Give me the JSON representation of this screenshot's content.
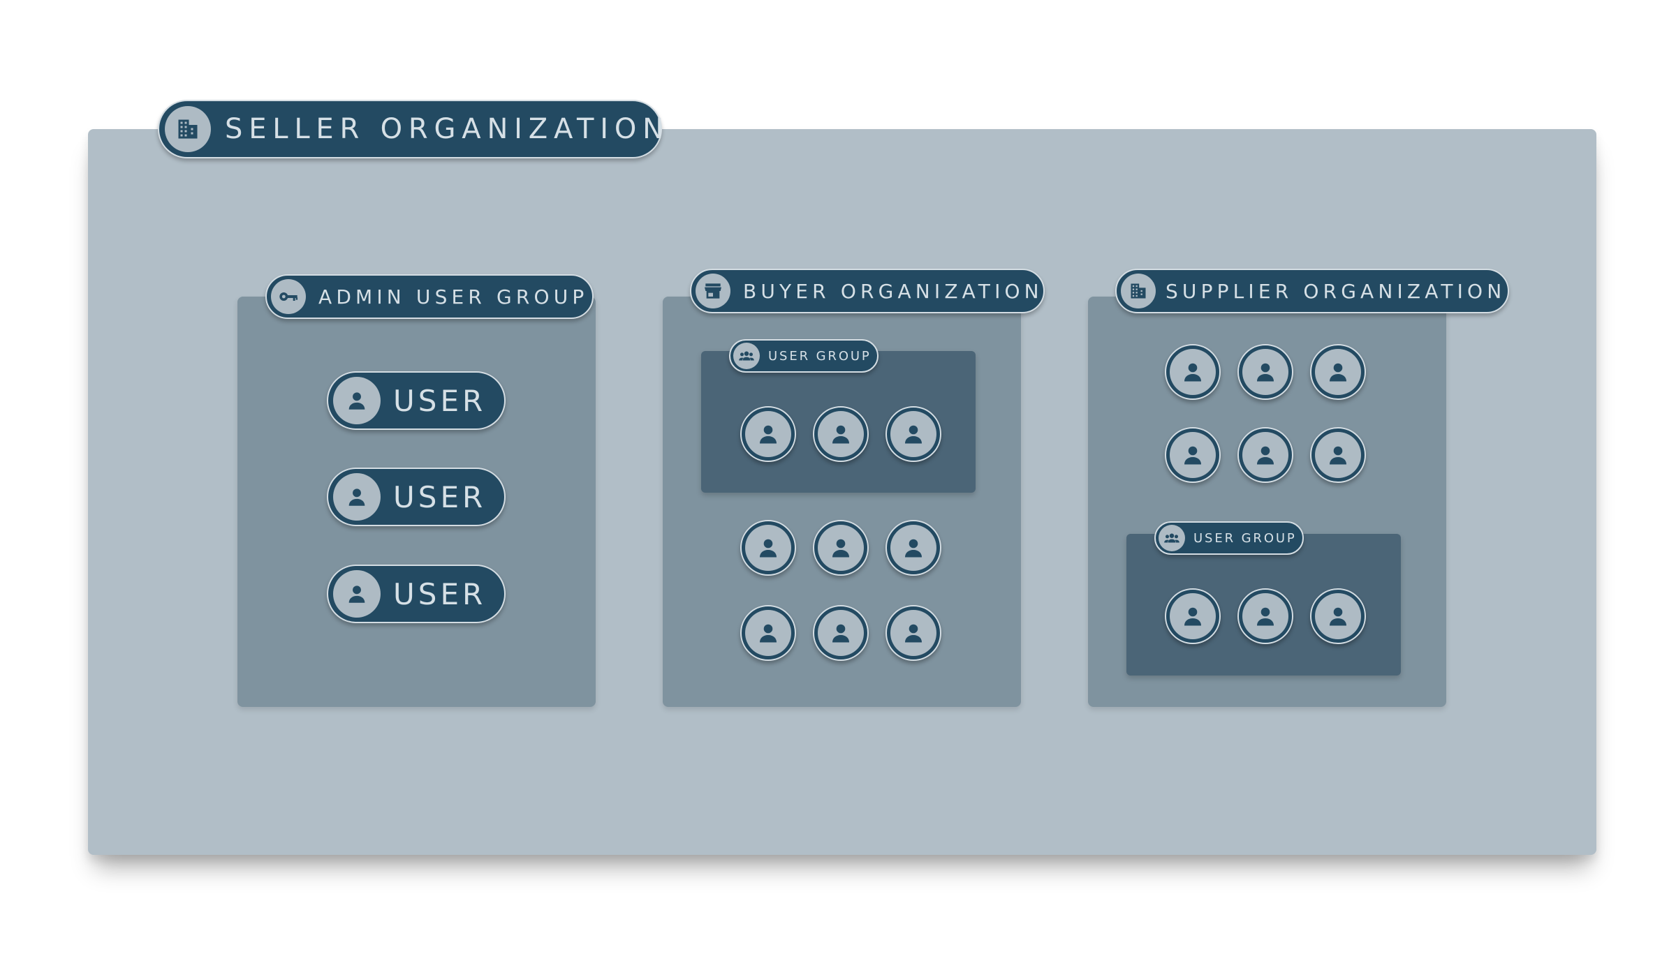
{
  "seller_org": {
    "label": "SELLER ORGANIZATION",
    "icon": "building-icon"
  },
  "admin_group": {
    "label": "ADMIN USER GROUP",
    "icon": "key-icon",
    "users": [
      "USER",
      "USER",
      "USER"
    ]
  },
  "buyer_org": {
    "label": "BUYER ORGANIZATION",
    "icon": "storefront-icon",
    "user_group": {
      "label": "USER GROUP",
      "icon": "group-icon",
      "user_count": 3
    },
    "user_count": 6
  },
  "supplier_org": {
    "label": "SUPPLIER ORGANIZATION",
    "icon": "building-icon",
    "user_count": 6,
    "user_group": {
      "label": "USER GROUP",
      "icon": "group-icon",
      "user_count": 3
    }
  },
  "colors": {
    "outer_panel": "#b1bec7",
    "group_panel": "#7f939f",
    "subgroup_panel": "#4b6577",
    "pill": "#234a62",
    "pill_text": "#d6e0e6",
    "icon_circle": "#aebbc4"
  }
}
